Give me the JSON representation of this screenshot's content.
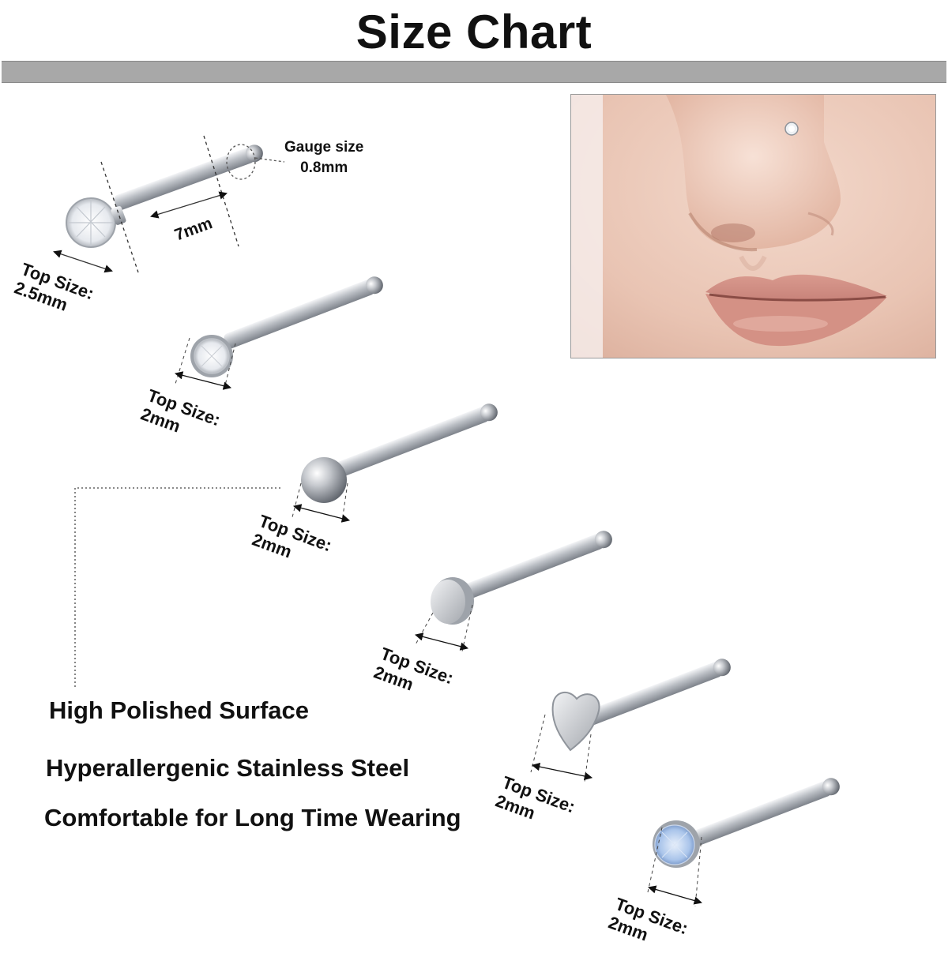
{
  "title": "Size Chart",
  "gauge": {
    "label": "Gauge size",
    "value": "0.8mm"
  },
  "length": "7mm",
  "studs": [
    {
      "shape": "clear-crystal-prong",
      "top_size_label": "Top Size:",
      "top_size": "2.5mm"
    },
    {
      "shape": "clear-crystal-bezel",
      "top_size_label": "Top Size:",
      "top_size": "2mm"
    },
    {
      "shape": "ball",
      "top_size_label": "Top Size:",
      "top_size": "2mm"
    },
    {
      "shape": "flat-disc",
      "top_size_label": "Top Size:",
      "top_size": "2mm"
    },
    {
      "shape": "heart",
      "top_size_label": "Top Size:",
      "top_size": "2mm"
    },
    {
      "shape": "blue-crystal-bezel",
      "top_size_label": "Top Size:",
      "top_size": "2mm"
    }
  ],
  "features": [
    "High Polished Surface",
    "Hyperallergenic Stainless Steel",
    "Comfortable for Long Time Wearing"
  ],
  "colors": {
    "title_bar": "#a8a8a8",
    "steel": "#c9ccd0",
    "crystal_blue": "#a9c4ea"
  }
}
